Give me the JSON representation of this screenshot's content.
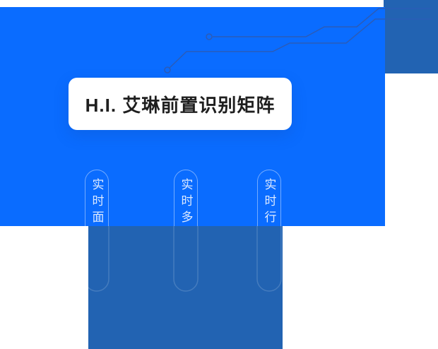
{
  "colors": {
    "primary_blue": "#0A6CFF",
    "accent_dark_blue": "#2263B2",
    "card_bg": "#FFFFFF",
    "card_text": "#1F1F1F",
    "capsule_outline": "rgba(205,225,255,0.55)",
    "capsule_text": "#DCE9FF",
    "trace_stroke": "#2B5CB8",
    "faint_outline": "rgba(255,255,255,0.16)"
  },
  "hero": {
    "title": "H.I. 艾琳前置识别矩阵"
  },
  "capsules": [
    {
      "label": "实时面"
    },
    {
      "label": "实时多"
    },
    {
      "label": "实时行"
    }
  ]
}
